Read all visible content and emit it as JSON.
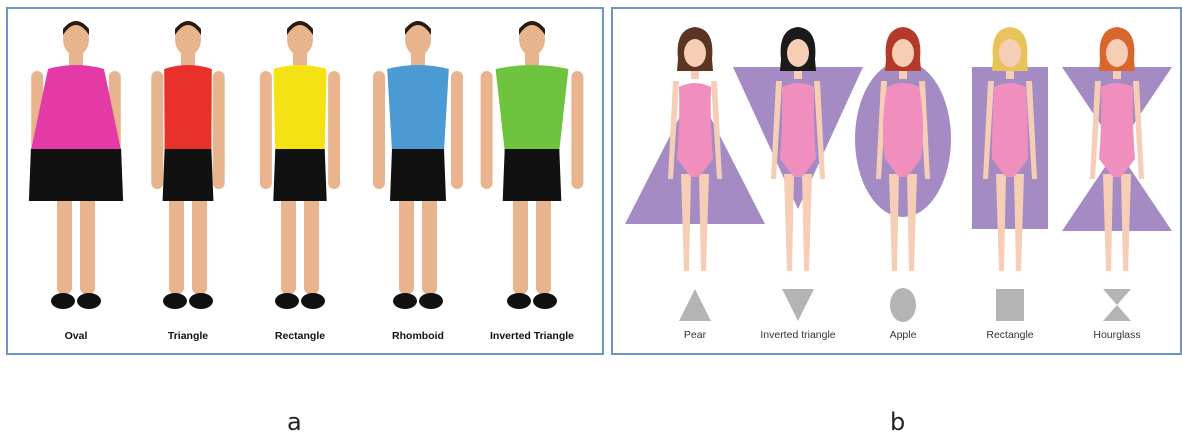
{
  "panel_a": {
    "letter": "a",
    "figures": [
      {
        "label": "Oval",
        "shirt_color": "#e43aa6"
      },
      {
        "label": "Triangle",
        "shirt_color": "#e8312a"
      },
      {
        "label": "Rectangle",
        "shirt_color": "#f4e215"
      },
      {
        "label": "Rhomboid",
        "shirt_color": "#4b9ad3"
      },
      {
        "label": "Inverted Triangle",
        "shirt_color": "#6ec43f"
      }
    ]
  },
  "panel_b": {
    "letter": "b",
    "figures": [
      {
        "label": "Pear",
        "shape": "triangle",
        "hair_color": "#5a3522"
      },
      {
        "label": "Inverted triangle",
        "shape": "inverted-triangle",
        "hair_color": "#1a1a1a"
      },
      {
        "label": "Apple",
        "shape": "oval",
        "hair_color": "#b33a2b"
      },
      {
        "label": "Rectangle",
        "shape": "rectangle",
        "hair_color": "#e8c25a"
      },
      {
        "label": "Hourglass",
        "shape": "hourglass",
        "hair_color": "#d9662d"
      }
    ]
  },
  "colors": {
    "border": "#6f94c8",
    "skin_male": "#e8b48e",
    "shorts": "#111111",
    "shape_fill": "#a48bc4",
    "swimsuit": "#f08fbd",
    "skin_female": "#f6cdb5",
    "icon_gray": "#b4b4b4"
  }
}
